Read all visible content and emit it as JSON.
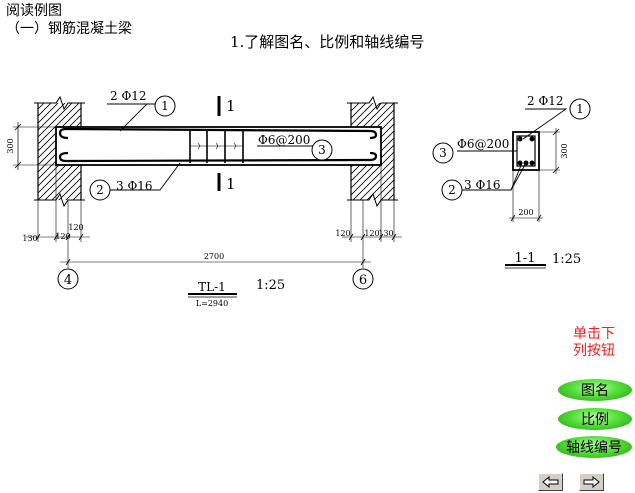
{
  "header": {
    "line1": "阅读例图",
    "line2": "（一）钢筋混凝土梁"
  },
  "page_title": "1.了解图名、比例和轴线编号",
  "drawing": {
    "elevation": {
      "top_bar_label": "2 Φ12",
      "bottom_bar_label": "3 Φ16",
      "stirrup_label": "Φ6@200",
      "callout_1": "1",
      "callout_2": "2",
      "callout_3": "3",
      "section_mark": "1",
      "beam_height_dim": "300",
      "left_dims": [
        "130",
        "120",
        "120"
      ],
      "right_dims": [
        "120",
        "120",
        "130"
      ],
      "span_dim": "2700",
      "axis_left": "4",
      "axis_right": "6",
      "beam_name": "TL-1",
      "beam_length": "L=2940",
      "scale": "1:25"
    },
    "section": {
      "top_bar_label": "2 Φ12",
      "stirrup_label": "Φ6@200",
      "bottom_bar_label": "3 Φ16",
      "callout_1": "1",
      "callout_2": "2",
      "callout_3": "3",
      "height_dim": "300",
      "width_dim": "200",
      "name": "1-1",
      "scale": "1:25"
    }
  },
  "hint": {
    "line1": "单击下",
    "line2": "列按钮"
  },
  "buttons": {
    "figure_name": "图名",
    "scale": "比例",
    "axis_number": "轴线编号"
  },
  "nav": {
    "prev_icon": "arrow-left-icon",
    "next_icon": "arrow-right-icon"
  },
  "colors": {
    "hint": "#e8231e",
    "button_green": "#3cc722",
    "nav_gray": "#d4d0c8"
  }
}
